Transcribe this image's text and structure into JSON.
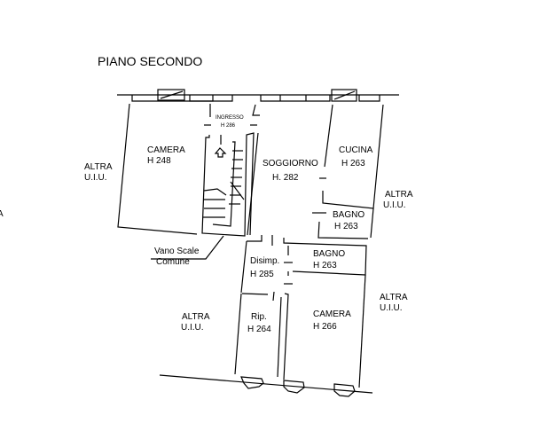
{
  "title": "PIANO SECONDO",
  "rooms": {
    "ingresso": {
      "name": "INGRESSO",
      "height": "H 286"
    },
    "camera1": {
      "name": "CAMERA",
      "height": "H 248"
    },
    "soggiorno": {
      "name": "SOGGIORNO",
      "height": "H. 282"
    },
    "cucina": {
      "name": "CUCINA",
      "height": "H 263"
    },
    "bagno1": {
      "name": "BAGNO",
      "height": "H 263"
    },
    "disimp": {
      "name": "Disimp.",
      "height": "H 285"
    },
    "bagno2": {
      "name": "BAGNO",
      "height": "H 263"
    },
    "rip": {
      "name": "Rip.",
      "height": "H 264"
    },
    "camera2": {
      "name": "CAMERA",
      "height": "H 266"
    }
  },
  "stair_label": {
    "line1": "Vano Scale",
    "line2": "Comune"
  },
  "other_units": [
    {
      "line1": "ALTRA",
      "line2": "U.I.U."
    },
    {
      "line1": "ALTRA",
      "line2": "U.I.U."
    },
    {
      "line1": "ALTRA",
      "line2": "U.I.U."
    },
    {
      "line1": "ALTRA",
      "line2": "U.I.U."
    }
  ],
  "edge_fragment": "A"
}
